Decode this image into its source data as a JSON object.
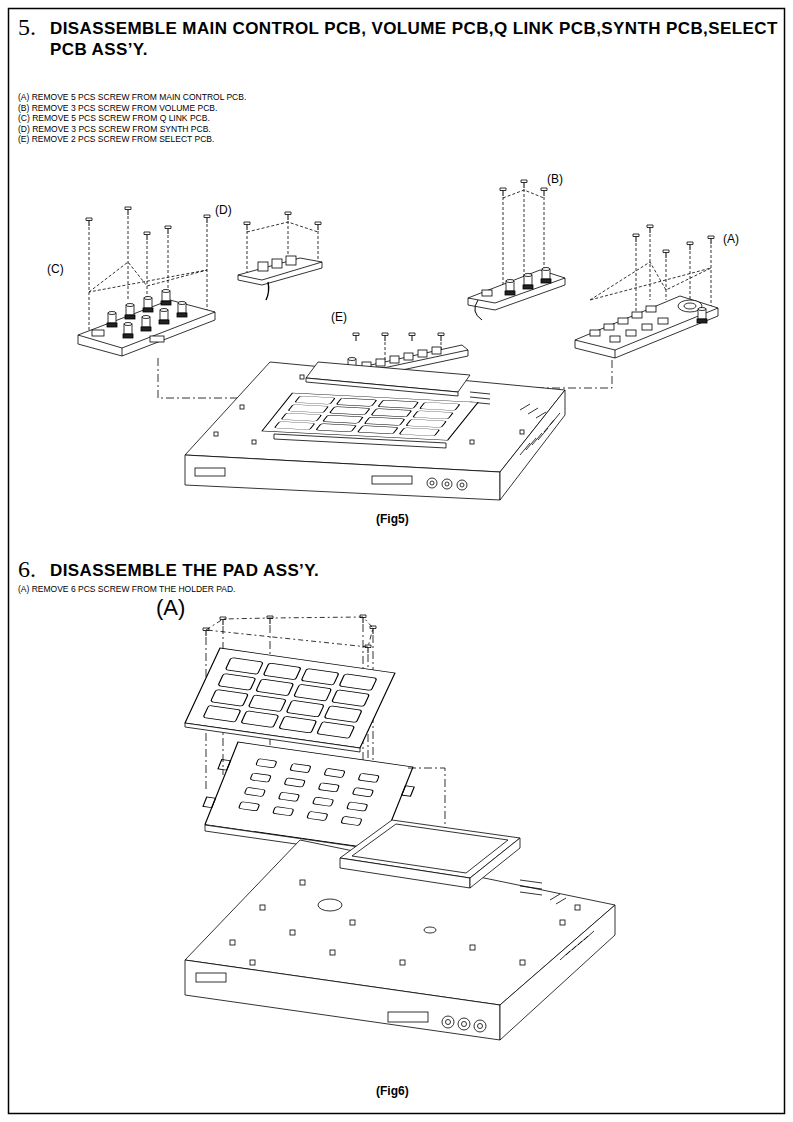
{
  "diagram": {
    "labels": [
      "5.",
      "DISASSEMBLE MAIN CONTROL PCB, VOLUME PCB,Q LINK PCB,SYNTH PCB,SELECT PCB ASS’Y.",
      "(A) REMOVE 5 PCS SCREW FROM MAIN CONTROL PCB.",
      "(B) REMOVE 3 PCS SCREW FROM VOLUME PCB.",
      "(C) REMOVE 5 PCS SCREW FROM Q LINK PCB.",
      "(D) REMOVE 3 PCS SCREW FROM SYNTH PCB.",
      "(E) REMOVE 2 PCS SCREW FROM SELECT PCB.",
      "(D)",
      "(B)",
      "(C)",
      "(A)",
      "(E)",
      "(Fig5)",
      "6.",
      "DISASSEMBLE THE PAD ASS’Y.",
      "(A) REMOVE 6 PCS SCREW FROM THE HOLDER PAD.",
      "(A)",
      "(Fig6)"
    ]
  }
}
